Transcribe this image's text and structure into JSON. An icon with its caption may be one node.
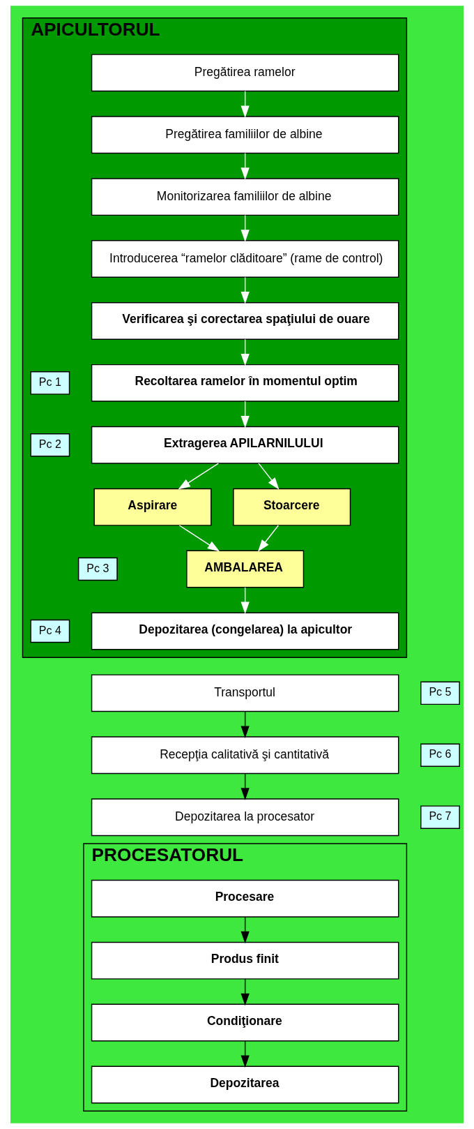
{
  "diagram": {
    "nodes": [
      {
        "text": [
          "APICULTORUL"
        ]
      },
      {
        "text": [
          "Pregătirea ramelor"
        ],
        "in": 0
      },
      {
        "text": [
          "Pregătirea familiilor de albine"
        ],
        "in": 0
      },
      {
        "text": [
          "Monitorizarea familiilor de albine"
        ],
        "in": 0
      },
      {
        "text": [
          "Introducerea “ramelor clăditoare” (rame de control)"
        ],
        "in": 0
      },
      {
        "text": [
          "Verificarea şi corectarea spaţiului de ouare"
        ],
        "in": 0
      },
      {
        "text": [
          "Recoltarea ramelor în momentul optim"
        ],
        "in": 0
      },
      {
        "text": [
          "Pc 1"
        ],
        "in": 0
      },
      {
        "text": [
          "Extragerea APILARNILULUI"
        ],
        "in": 0
      },
      {
        "text": [
          "Pc 2"
        ],
        "in": 0
      },
      {
        "text": [
          "Aspirare"
        ],
        "in": 0
      },
      {
        "text": [
          "Stoarcere"
        ],
        "in": 0
      },
      {
        "text": [
          "AMBALAREA"
        ],
        "in": 0
      },
      {
        "text": [
          "Pc 3"
        ],
        "in": 0
      },
      {
        "text": [
          "Depozitarea (congelarea) la apicultor"
        ],
        "in": 0
      },
      {
        "text": [
          "Pc 4"
        ],
        "in": 0
      },
      {
        "text": [
          "Transportul"
        ]
      },
      {
        "text": [
          "Pc 5"
        ]
      },
      {
        "text": [
          "Recepţia calitativă şi cantitativă"
        ]
      },
      {
        "text": [
          "Pc 6"
        ]
      },
      {
        "text": [
          "Depozitarea la procesator"
        ]
      },
      {
        "text": [
          "Pc 7"
        ]
      },
      {
        "text": [
          "PROCESATORUL"
        ]
      },
      {
        "text": [
          "Procesare"
        ],
        "in": 22
      },
      {
        "text": [
          "Produs finit"
        ],
        "in": 22
      },
      {
        "text": [
          "Condiţionare"
        ],
        "in": 22
      },
      {
        "text": [
          "Depozitarea"
        ],
        "in": 22
      }
    ],
    "edges": [
      {
        "from": 1,
        "to": 2,
        "arrow": "to"
      },
      {
        "from": 2,
        "to": 3,
        "arrow": "to"
      },
      {
        "from": 3,
        "to": 4,
        "arrow": "to"
      },
      {
        "from": 4,
        "to": 5,
        "arrow": "to"
      },
      {
        "from": 5,
        "to": 6,
        "arrow": "to"
      },
      {
        "from": 6,
        "to": 8,
        "arrow": "to"
      },
      {
        "from": 8,
        "to": 10,
        "arrow": "to"
      },
      {
        "from": 8,
        "to": 11,
        "arrow": "to"
      },
      {
        "from": 10,
        "to": 12,
        "arrow": "to"
      },
      {
        "from": 11,
        "to": 12,
        "arrow": "to"
      },
      {
        "from": 12,
        "to": 14,
        "arrow": "to"
      },
      {
        "from": 16,
        "to": 18,
        "arrow": "to",
        "color": "#000000"
      },
      {
        "from": 18,
        "to": 20,
        "arrow": "to",
        "color": "#000000"
      },
      {
        "from": 23,
        "to": 24,
        "arrow": "to",
        "color": "#000000"
      },
      {
        "from": 24,
        "to": 25,
        "arrow": "to",
        "color": "#000000"
      },
      {
        "from": 25,
        "to": 26,
        "arrow": "to",
        "color": "#000000"
      }
    ]
  }
}
